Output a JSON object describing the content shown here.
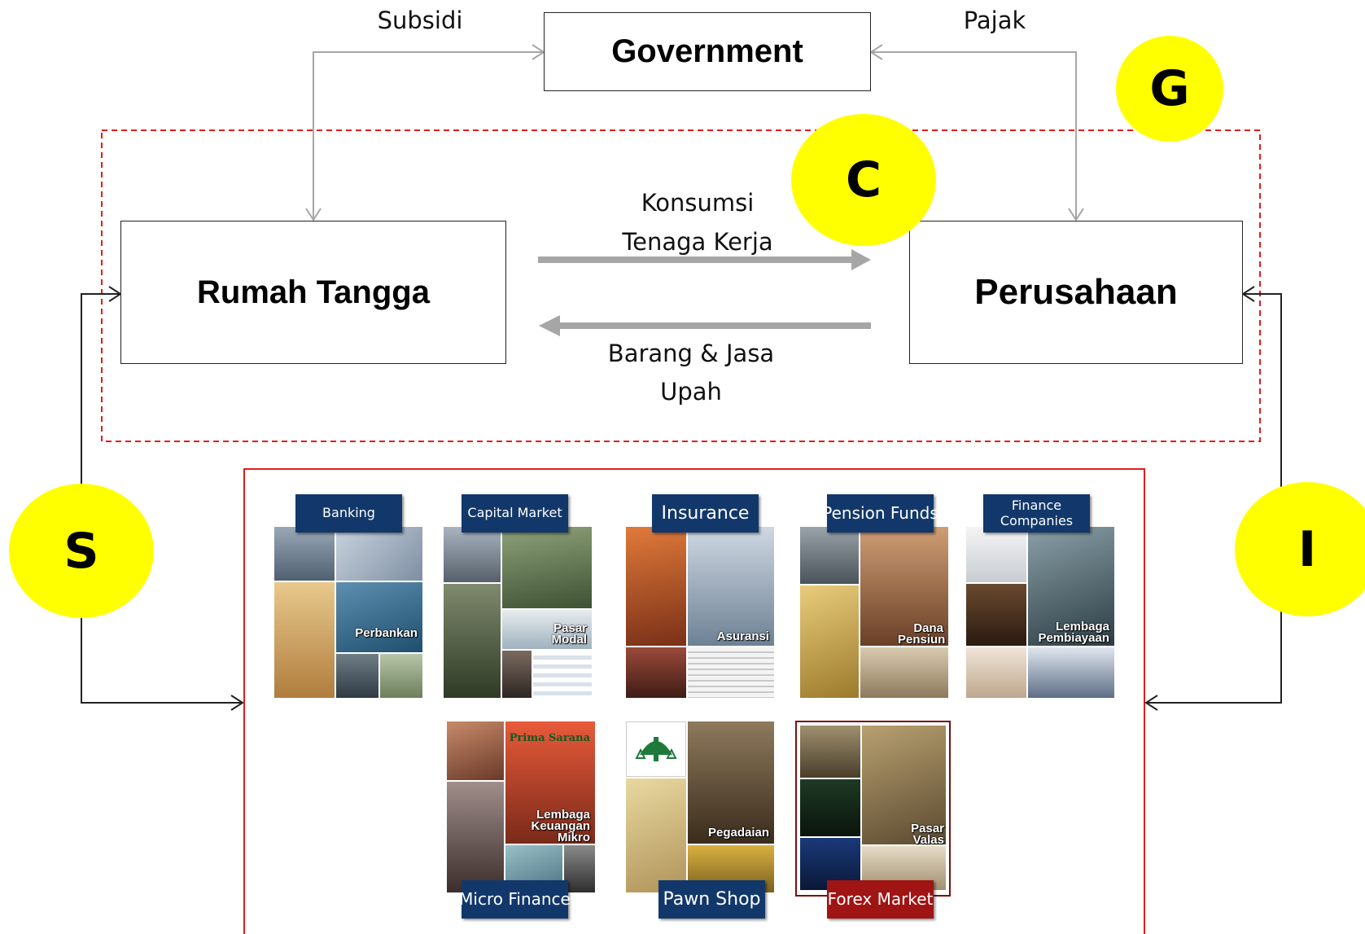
{
  "colors": {
    "accent_yellow": "#ffff00",
    "flow_gray": "#a6a6a6",
    "dashed_red": "#e31b1b",
    "tag_blue": "#12386b",
    "tag_red": "#a01414"
  },
  "nodes": {
    "government": "Government",
    "household": "Rumah Tangga",
    "firm": "Perusahaan"
  },
  "flows": {
    "subsidy": "Subsidi",
    "tax": "Pajak",
    "consumption": "Konsumsi",
    "labor": "Tenaga Kerja",
    "goods_services": "Barang & Jasa",
    "wages": "Upah"
  },
  "circles": {
    "g": "G",
    "c": "C",
    "s": "S",
    "i": "I"
  },
  "institutions": [
    {
      "tag": "Banking",
      "caption": "Perbankan"
    },
    {
      "tag": "Capital Market",
      "caption": "Pasar Modal"
    },
    {
      "tag": "Insurance",
      "caption": "Asuransi"
    },
    {
      "tag": "Pension Funds",
      "caption": "Dana Pensiun"
    },
    {
      "tag": "Finance Companies",
      "caption": "Lembaga Pembiayaan"
    },
    {
      "tag": "Micro Finance",
      "caption": "Lembaga Keuangan Mikro",
      "sign": "Prima Sarana"
    },
    {
      "tag": "Pawn Shop",
      "caption": "Pegadaian"
    },
    {
      "tag": "Forex Market",
      "caption": "Pasar Valas"
    }
  ]
}
